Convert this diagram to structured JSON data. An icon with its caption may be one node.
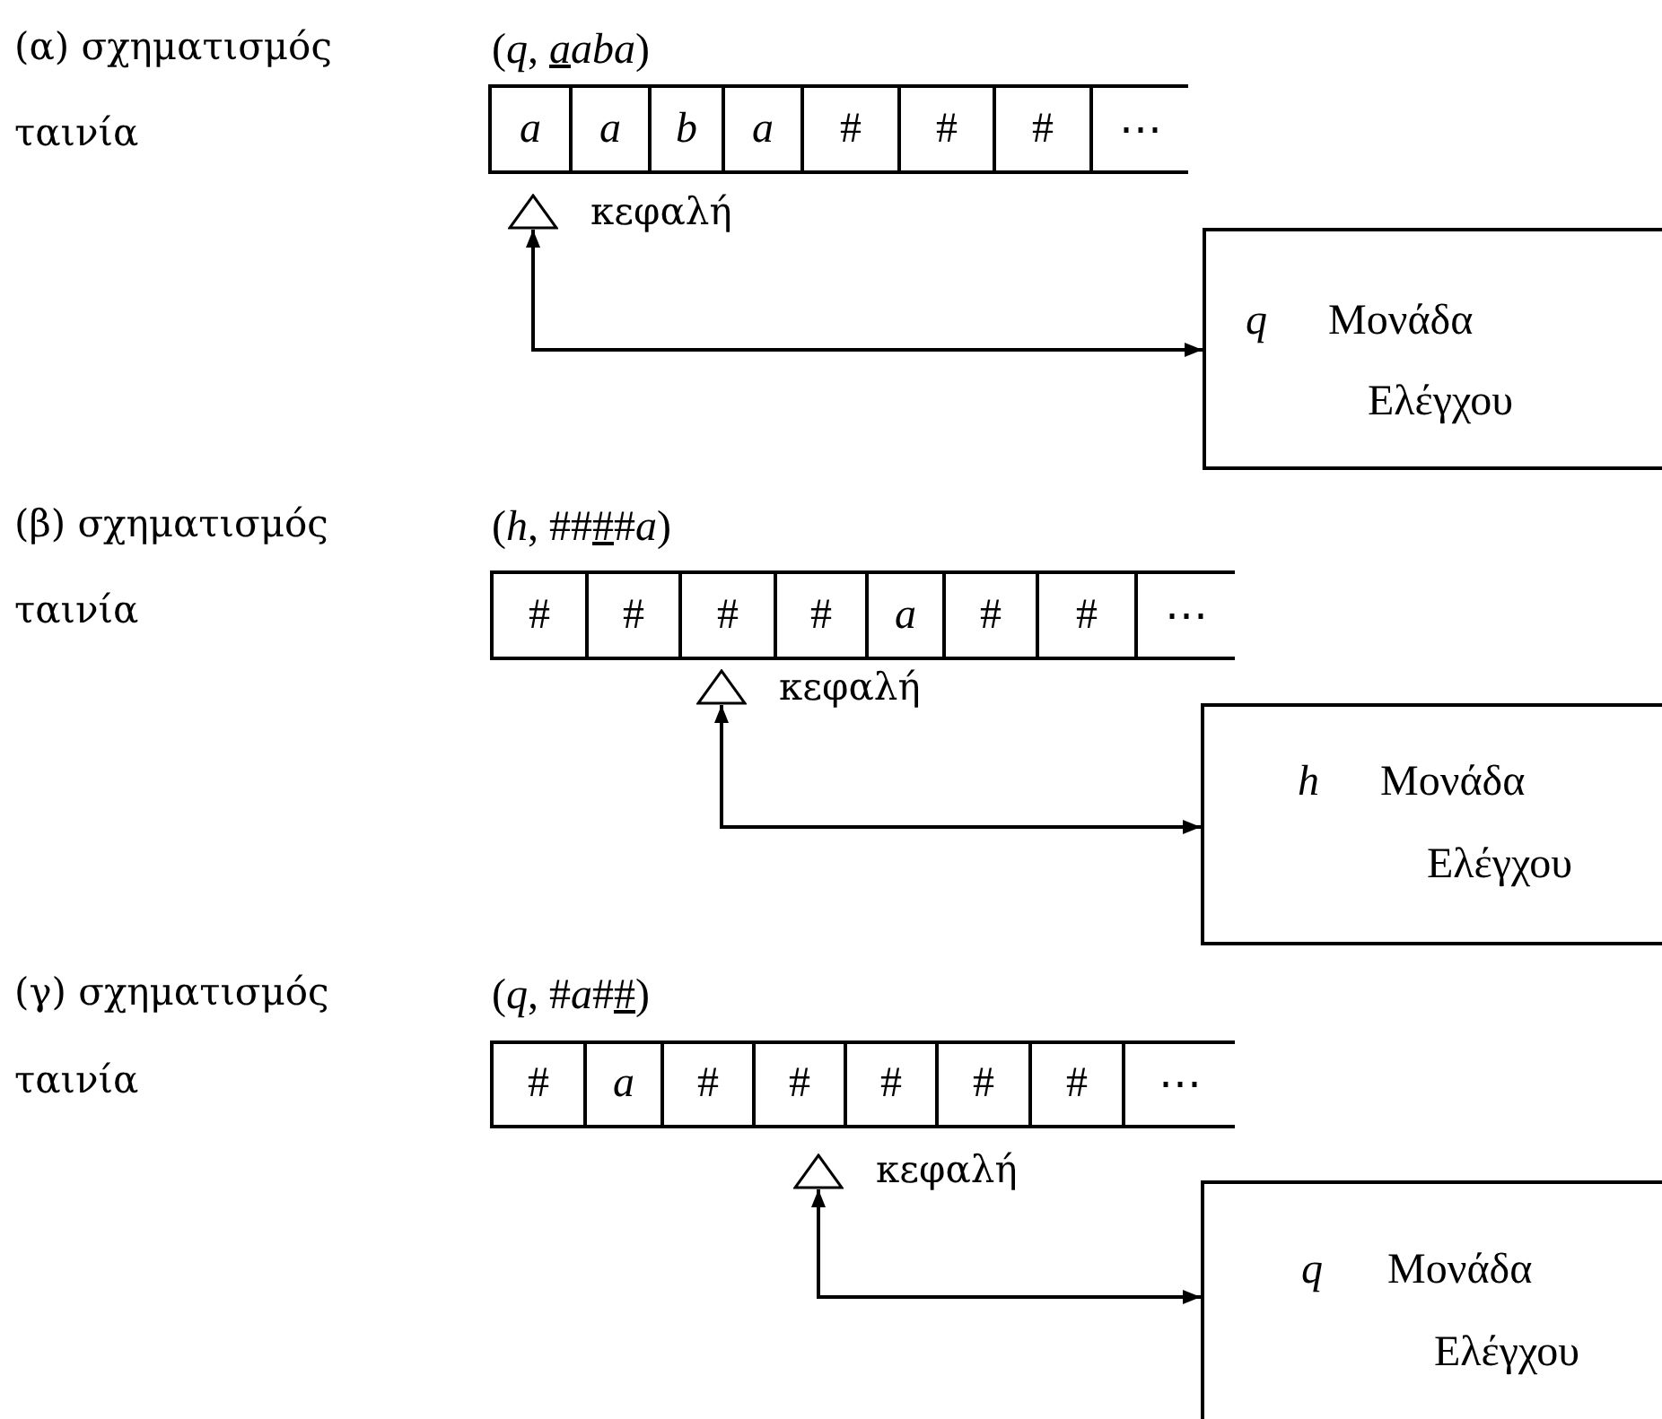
{
  "diagram": {
    "nodes": [
      {
        "text": [
          "a"
        ]
      },
      {
        "text": [
          "a"
        ]
      },
      {
        "text": [
          "b"
        ]
      },
      {
        "text": [
          "a"
        ]
      },
      {
        "text": [
          "#"
        ]
      },
      {
        "text": [
          "#"
        ]
      },
      {
        "text": [
          "#"
        ]
      },
      {
        "text": [
          "⋯"
        ]
      },
      {
        "text": [],
        "shape": "triangle"
      },
      {
        "text": [
          "q",
          "Μονάδα Ελέγχου"
        ]
      },
      {
        "text": [
          "#"
        ]
      },
      {
        "text": [
          "#"
        ]
      },
      {
        "text": [
          "#"
        ]
      },
      {
        "text": [
          "#"
        ]
      },
      {
        "text": [
          "a"
        ]
      },
      {
        "text": [
          "#"
        ]
      },
      {
        "text": [
          "#"
        ]
      },
      {
        "text": [
          "⋯"
        ]
      },
      {
        "text": [],
        "shape": "triangle"
      },
      {
        "text": [
          "h",
          "Μονάδα Ελέγχου"
        ]
      },
      {
        "text": [
          "#"
        ]
      },
      {
        "text": [
          "a"
        ]
      },
      {
        "text": [
          "#"
        ]
      },
      {
        "text": [
          "#"
        ]
      },
      {
        "text": [
          "#"
        ]
      },
      {
        "text": [
          "#"
        ]
      },
      {
        "text": [
          "#"
        ]
      },
      {
        "text": [
          "⋯"
        ]
      },
      {
        "text": [],
        "shape": "triangle"
      },
      {
        "text": [
          "q",
          "Μονάδα Ελέγχου"
        ]
      }
    ],
    "edges": [
      {
        "from": 8,
        "to": 9,
        "arrow": "both"
      },
      {
        "from": 18,
        "to": 19,
        "arrow": "both"
      },
      {
        "from": 28,
        "to": 29,
        "arrow": "both"
      }
    ],
    "labels": [
      "(α) σχηματισμός",
      "(*q*, *aaba*)",
      "ταινία",
      "κεφαλή",
      "(β) σχηματισμός",
      "(*h*, ####*a*)",
      "ταινία",
      "κεφαλή",
      "(γ) σχηματισμός",
      "(*q*, #*a*##)",
      "ταινία",
      "κεφαλή"
    ]
  }
}
